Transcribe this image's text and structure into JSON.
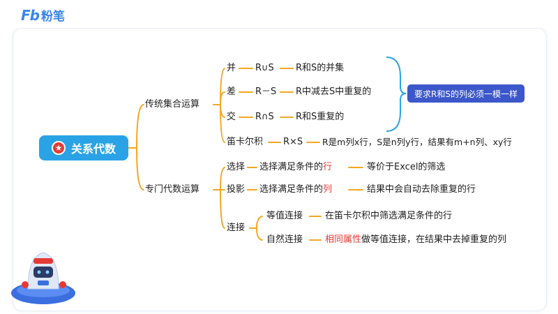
{
  "logo": {
    "mark": "Fb",
    "text": "粉笔"
  },
  "root": {
    "label": "关系代数",
    "icon": "star-icon"
  },
  "branches": {
    "traditional": {
      "label": "传统集合运算",
      "union": {
        "name": "并",
        "symbol": "R∪S",
        "desc": "R和S的并集"
      },
      "difference": {
        "name": "差",
        "symbol": "R－S",
        "desc": "R中减去S中重复的"
      },
      "intersection": {
        "name": "交",
        "symbol": "R∩S",
        "desc": "R和S重复的"
      },
      "product": {
        "name": "笛卡尔积",
        "symbol": "R×S",
        "desc": "R是m列x行，S是n列y行，结果有m+n列、xy行"
      },
      "note": "要求R和S的列必须一模一样"
    },
    "special": {
      "label": "专门代数运算",
      "selection": {
        "name": "选择",
        "desc_pre": "选择满足条件的",
        "desc_hl": "行",
        "desc2": "等价于Excel的筛选"
      },
      "projection": {
        "name": "投影",
        "desc_pre": "选择满足条件的",
        "desc_hl": "列",
        "desc2": "结果中会自动去除重复的行"
      },
      "join": {
        "name": "连接",
        "equi": {
          "name": "等值连接",
          "desc": "在笛卡尔积中筛选满足条件的行"
        },
        "natural": {
          "name": "自然连接",
          "desc_hl": "相同属性",
          "desc_rest": "做等值连接，在结果中去掉重复的列"
        }
      }
    }
  },
  "colors": {
    "line": "#f5a623",
    "root": "#2aa3e6",
    "note": "#3b57c9",
    "highlight": "#e53935",
    "brace": "#2aa3e6"
  }
}
